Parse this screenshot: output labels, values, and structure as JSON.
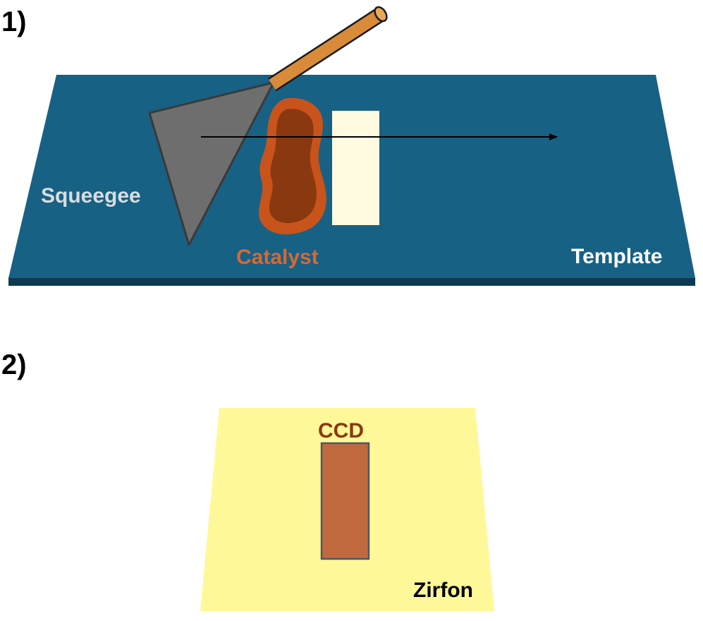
{
  "steps": {
    "step1": {
      "label": "1)"
    },
    "step2": {
      "label": "2)"
    }
  },
  "labels": {
    "squeegee": "Squeegee",
    "catalyst": "Catalyst",
    "template": "Template",
    "ccd": "CCD",
    "zirfon": "Zirfon"
  },
  "colors": {
    "template": "#176185",
    "template_edge": "#0d3a52",
    "squeegee": "#6e6e6e",
    "squeegee_edge": "#3a3a3a",
    "handle": "#d98b3a",
    "handle_edge": "#1a1a1a",
    "catalyst_outer": "#c8531b",
    "catalyst_inner": "#8a3810",
    "catalyst_text": "#d8692e",
    "window": "#fffbe0",
    "zirfon": "#fff899",
    "ccd_fill": "#c0693e",
    "ccd_border": "#4a5a6a",
    "ccd_text": "#8a3810",
    "squeegee_text": "#d8dde0",
    "template_text": "#ffffff",
    "arrow": "#000000",
    "text_dark": "#000000"
  },
  "icons": {
    "arrow": "right-arrow-icon"
  }
}
